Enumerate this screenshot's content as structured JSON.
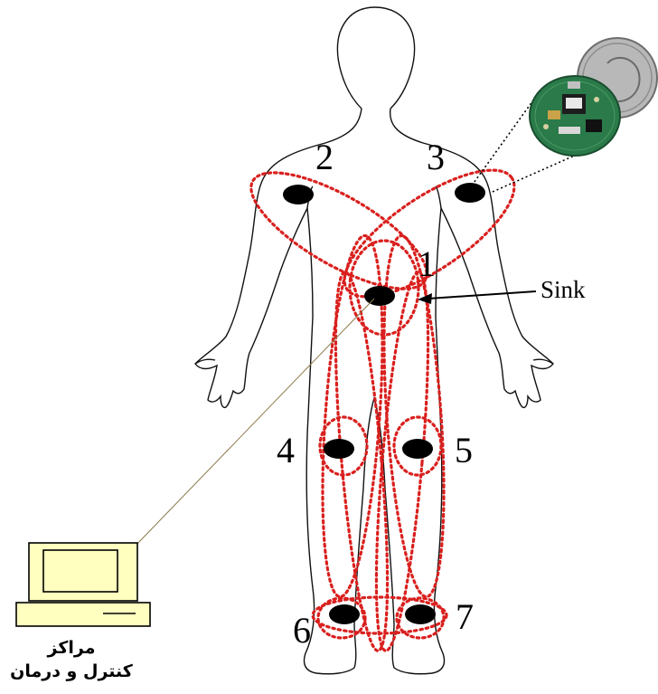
{
  "nodes": [
    {
      "id": "1",
      "label": "1"
    },
    {
      "id": "2",
      "label": "2"
    },
    {
      "id": "3",
      "label": "3"
    },
    {
      "id": "4",
      "label": "4"
    },
    {
      "id": "5",
      "label": "5"
    },
    {
      "id": "6",
      "label": "6"
    },
    {
      "id": "7",
      "label": "7"
    }
  ],
  "sink_label": "Sink",
  "control_center": {
    "line1": "مراکز",
    "line2": "کنترل و درمان"
  },
  "colors": {
    "links": "#d9201e",
    "nodes": "#000000",
    "computer": "#ffffc0",
    "outline": "#000000"
  }
}
